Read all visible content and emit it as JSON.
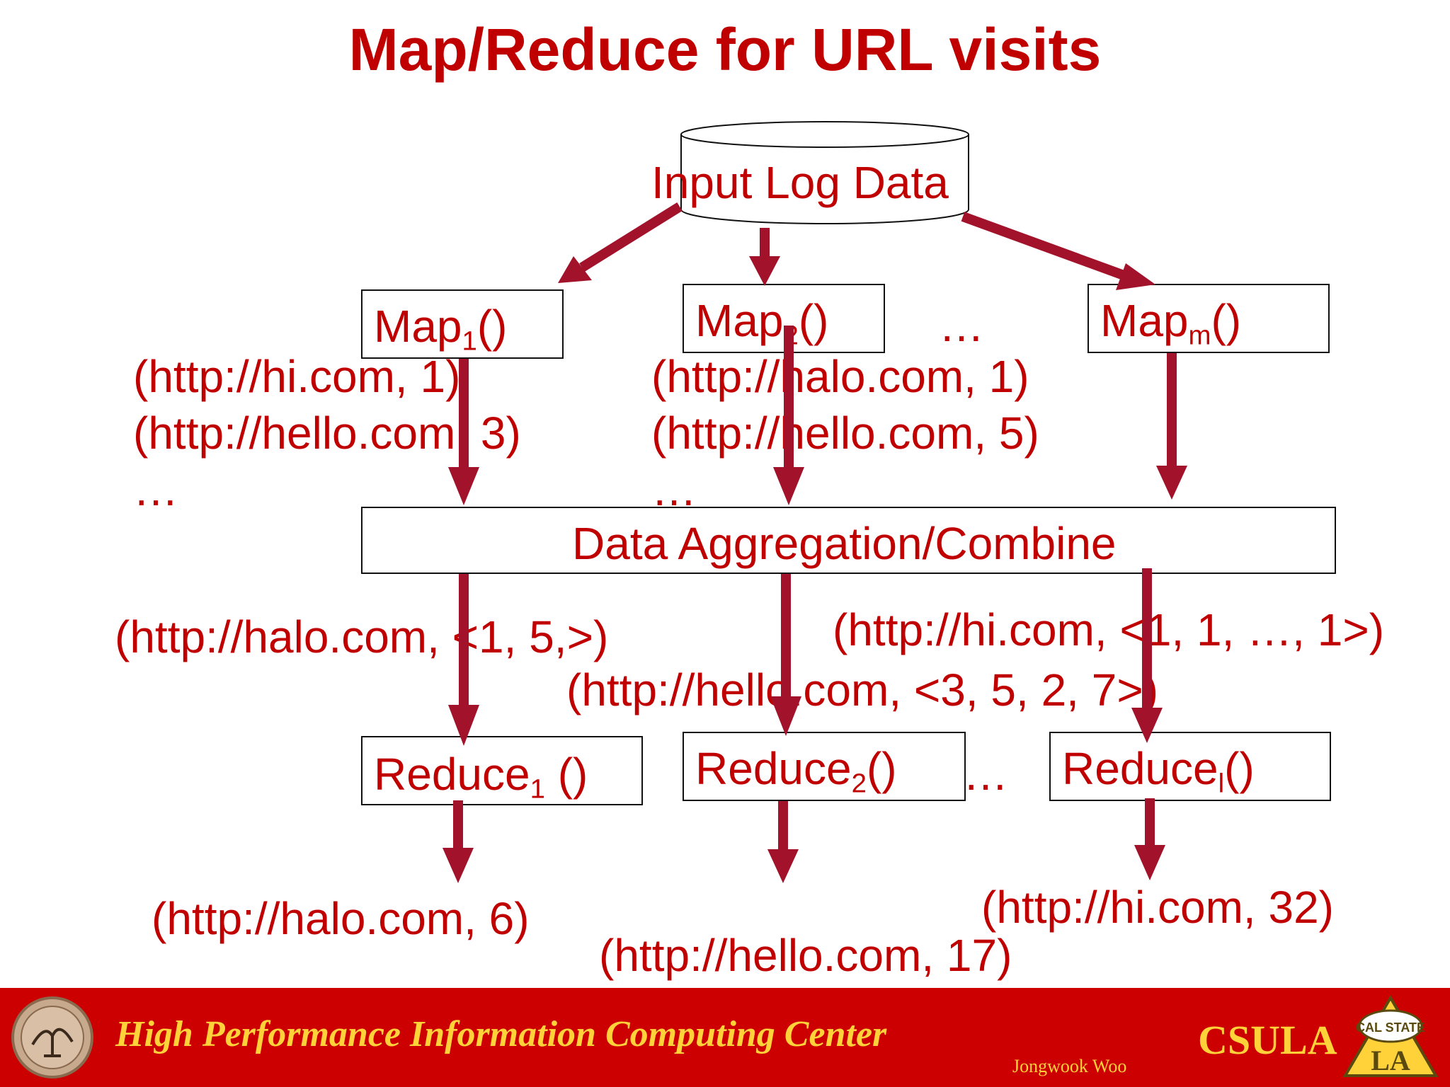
{
  "slide": {
    "title": "Map/Reduce for URL visits"
  },
  "diagram": {
    "input": "Input Log Data",
    "maps": [
      {
        "name": "Map",
        "sub": "1",
        "suffix": "()"
      },
      {
        "name": "Map",
        "sub": "2",
        "suffix": "()"
      },
      {
        "name": "Map",
        "sub": "m",
        "suffix": "()"
      }
    ],
    "map_ellipsis": "…",
    "map1_output": [
      "(http://hi.com, 1)",
      "(http://hello.com, 3)",
      "…"
    ],
    "map2_output": [
      "(http://halo.com, 1)",
      "(http://hello.com, 5)",
      "…"
    ],
    "combine": "Data Aggregation/Combine",
    "grouped": [
      "(http://halo.com, <1, 5,>)",
      "(http://hello.com, <3, 5, 2, 7>)",
      "(http://hi.com, <1, 1, …, 1>)"
    ],
    "reduces": [
      {
        "name": "Reduce",
        "sub": "1",
        "suffix": " ()"
      },
      {
        "name": "Reduce",
        "sub": "2",
        "suffix": "()"
      },
      {
        "name": "Reduce",
        "sub": "l",
        "suffix": "()"
      }
    ],
    "reduce_ellipsis": "…",
    "results": [
      "(http://halo.com, 6)",
      "(http://hello.com, 17)",
      "(http://hi.com, 32)"
    ]
  },
  "footer": {
    "center_name": "High Performance Information Computing Center",
    "author": "Jongwook Woo",
    "school": "CSULA",
    "logo_text": "CAL STATE",
    "logo_letters": "LA"
  },
  "colors": {
    "text": "#c00000",
    "arrow": "#a3122b",
    "footer_bg": "#cc0000",
    "footer_text": "#ffd23a"
  }
}
